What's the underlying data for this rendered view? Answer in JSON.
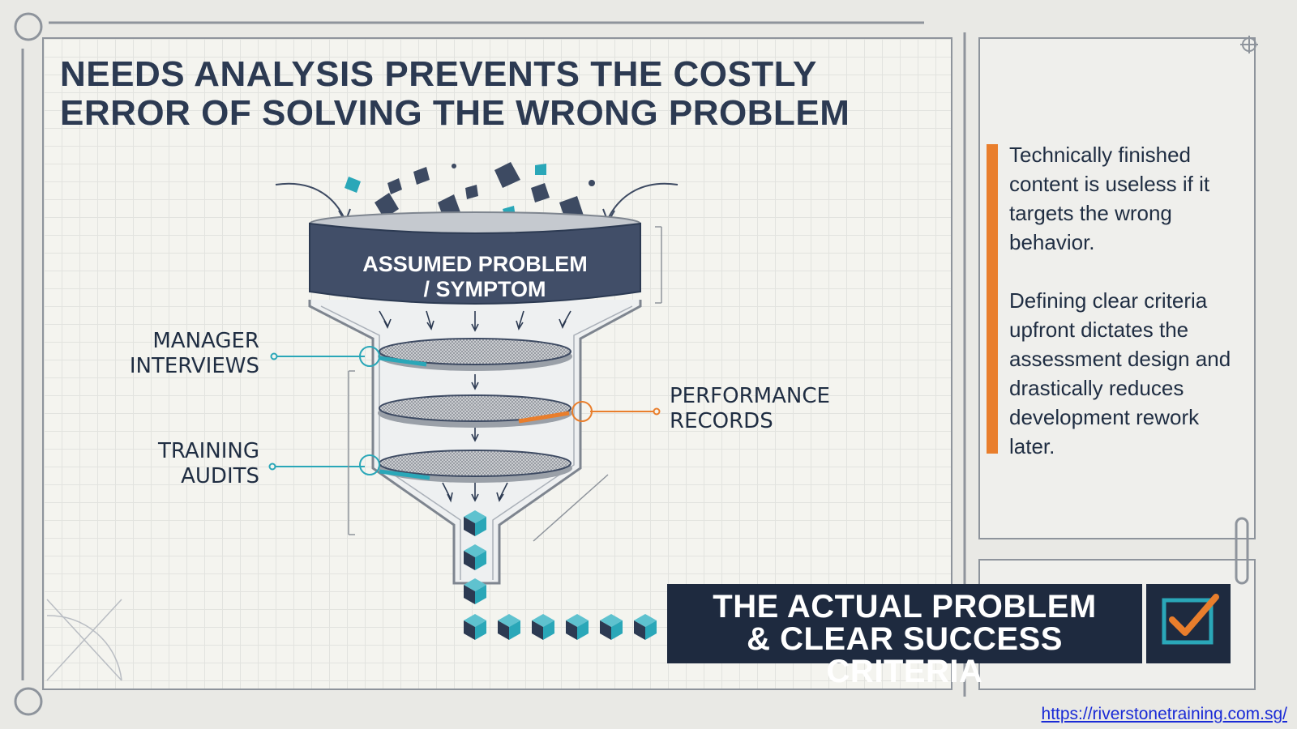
{
  "title": {
    "line1": "NEEDS ANALYSIS PREVENTS THE COSTLY",
    "line2": "ERROR OF SOLVING THE WRONG PROBLEM"
  },
  "funnel": {
    "top_label_line1": "ASSUMED PROBLEM",
    "top_label_line2": "/ SYMPTOM"
  },
  "sources": {
    "manager_interviews": "MANAGER\nINTERVIEWS",
    "training_audits": "TRAINING\nAUDITS",
    "performance_records": "PERFORMANCE\nRECORDS"
  },
  "sidebar": {
    "paragraph1": "Technically finished content is useless if it targets the wrong behavior.",
    "paragraph2": "Defining clear criteria upfront dictates the assessment design and drastically reduces development rework later."
  },
  "banner": {
    "line1": "THE ACTUAL PROBLEM",
    "line2": "& CLEAR SUCCESS CRITERIA",
    "icon": "checkmark-box-icon"
  },
  "footer": {
    "url": "https://riverstonetraining.com.sg/"
  },
  "colors": {
    "navy": "#2c3a52",
    "dark_navy": "#1e2a3f",
    "teal": "#2aa7b8",
    "orange": "#e97e2c"
  }
}
